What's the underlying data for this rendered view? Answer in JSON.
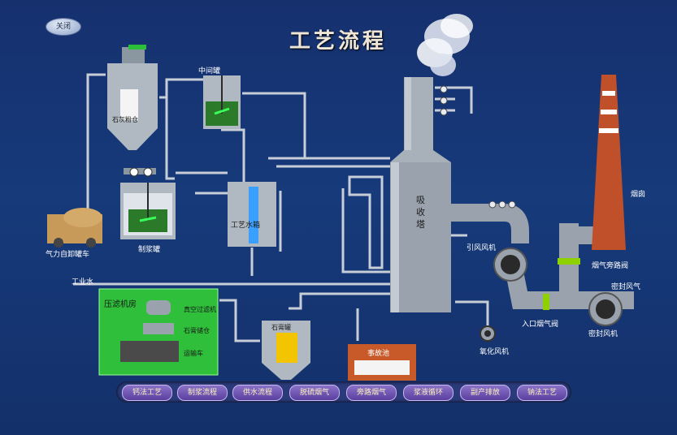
{
  "title": "工艺流程",
  "close_button": "关闭",
  "labels": {
    "truck": "气力自卸罐车",
    "lime_silo": "石灰粉仓",
    "middle_tank": "中间罐",
    "slurry_tank": "制浆罐",
    "process_water_tank": "工艺水箱",
    "industrial_water": "工业水",
    "absorber_line1": "吸",
    "absorber_line2": "收",
    "absorber_line3": "塔",
    "id_fan": "引风风机",
    "flue_bypass_damper": "烟气旁路阀",
    "inlet_flue_damper": "入口烟气阀",
    "seal_air": "密封风气",
    "seal_fan": "密封风机",
    "oxidation_fan": "氧化风机",
    "chimney": "烟囱",
    "filter_room": "压滤机房",
    "vacuum_filter": "真空过滤机",
    "gypsum_silo": "石膏储仓",
    "transport_truck": "运输车",
    "gypsum_tank": "石膏罐",
    "accident_tank": "事故池"
  },
  "nav_buttons": [
    "钙法工艺",
    "制浆流程",
    "供水流程",
    "脱硫烟气",
    "旁路烟气",
    "浆液循环",
    "副产排放",
    "钠法工艺"
  ],
  "colors": {
    "background": "#163a7a",
    "pipe": "#b8c0cc",
    "vessel": "#9aa3ad",
    "chimney": "#c0502a",
    "filter_room": "#2fbf3a",
    "water": "#3aa0ff",
    "gypsum": "#f2c500"
  }
}
